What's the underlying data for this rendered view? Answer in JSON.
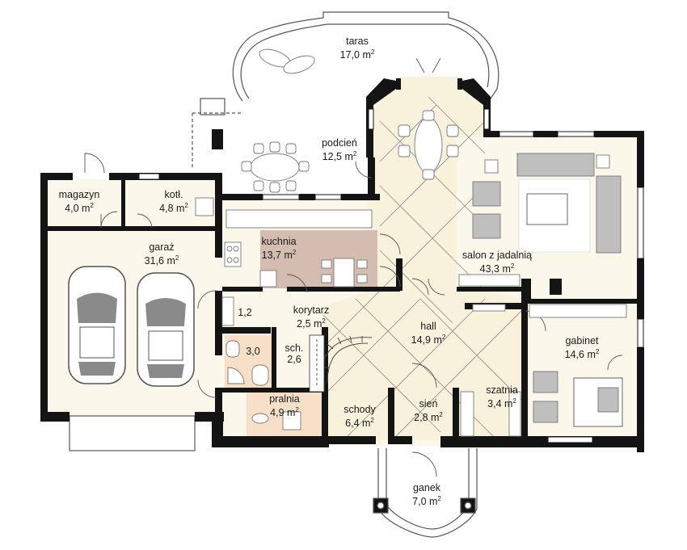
{
  "colors": {
    "wall": "#141414",
    "floor": "#fbf7ea",
    "kitchen": "#d4bdb0",
    "wet_room": "#f7dfc8",
    "diamond_floor": "#f8f1dc",
    "furniture_gray": "#bfbfbf",
    "car_gray": "#8a8a8a",
    "line": "#555555"
  },
  "rooms": [
    {
      "id": "taras",
      "name": "taras",
      "area": "17,0 m"
    },
    {
      "id": "podcien",
      "name": "podcień",
      "area": "12,5 m"
    },
    {
      "id": "magazyn",
      "name": "magazyn",
      "area": "4,0 m"
    },
    {
      "id": "kotl",
      "name": "kotł.",
      "area": "4,8 m"
    },
    {
      "id": "garaz",
      "name": "garaż",
      "area": "31,6 m"
    },
    {
      "id": "kuchnia",
      "name": "kuchnia",
      "area": "13,7 m"
    },
    {
      "id": "salon",
      "name": "salon z jadalnią",
      "area": "43,3 m"
    },
    {
      "id": "korytarz",
      "name": "korytarz",
      "area": "2,5 m"
    },
    {
      "id": "hall",
      "name": "hall",
      "area": "14,9 m"
    },
    {
      "id": "gabinet",
      "name": "gabinet",
      "area": "14,6 m"
    },
    {
      "id": "sch",
      "name": "sch.",
      "area": "2,6"
    },
    {
      "id": "pralnia",
      "name": "pralnia",
      "area": "4,9 m"
    },
    {
      "id": "schody",
      "name": "schody",
      "area": "6,4 m"
    },
    {
      "id": "sien",
      "name": "sień",
      "area": "2,8 m"
    },
    {
      "id": "szatnia",
      "name": "szatnia",
      "area": "3,4 m"
    },
    {
      "id": "ganek",
      "name": "ganek",
      "area": "7,0 m"
    }
  ],
  "area_superscript": "2",
  "small_labels": {
    "wc_area": "3,0",
    "closet_area": "1,2"
  }
}
